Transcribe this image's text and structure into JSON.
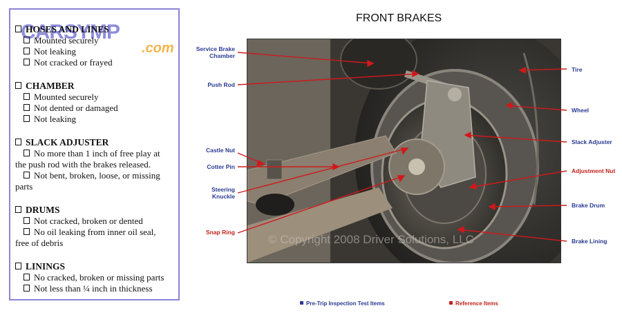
{
  "watermark": {
    "brand": "CARSYMP",
    "domain": ".com"
  },
  "checklist": {
    "hoses": {
      "title": "HOSES AND LINES",
      "items": [
        "Mounted securely",
        "Not leaking",
        "Not cracked or frayed"
      ]
    },
    "chamber": {
      "title": "CHAMBER",
      "items": [
        "Mounted securely",
        "Not dented or damaged",
        "Not leaking"
      ]
    },
    "slack": {
      "title": "SLACK ADJUSTER",
      "items": [
        "No more than 1 inch of free play at the push rod with the brakes released.",
        "Not bent, broken, loose, or missing parts"
      ]
    },
    "drums": {
      "title": "DRUMS",
      "items": [
        "Not cracked, broken or dented",
        "No oil leaking from inner oil seal, free of debris"
      ]
    },
    "linings": {
      "title": "LININGS",
      "items": [
        "No cracked, broken or missing parts",
        "Not less than ¼ inch in thickness"
      ]
    }
  },
  "diagram": {
    "title": "FRONT BRAKES",
    "copyright": "© Copyright 2008 Driver Solutions, LLC",
    "labels": {
      "service_brake_chamber": "Service Brake Chamber",
      "push_rod": "Push Rod",
      "castle_nut": "Castle Nut",
      "cotter_pin": "Cotter Pin",
      "steering_knuckle": "Steering Knuckle",
      "snap_ring": "Snap Ring",
      "tire": "Tire",
      "wheel": "Wheel",
      "slack_adjuster": "Slack Adjuster",
      "adjustment_nut": "Adjustment Nut",
      "brake_drum": "Brake Drum",
      "brake_lining": "Brake Lining"
    },
    "colors": {
      "inspection": "#2b3a92",
      "reference": "#c0231d",
      "leader": "#d0191b"
    }
  },
  "legend": {
    "inspection": "Pre-Trip Inspection Test Items",
    "reference": "Reference Items"
  }
}
